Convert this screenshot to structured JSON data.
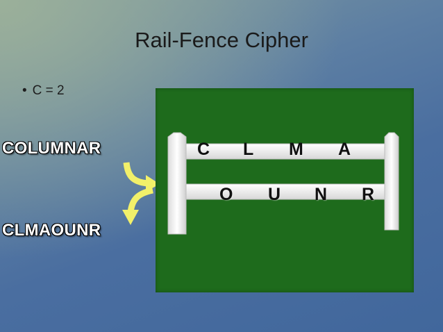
{
  "slide": {
    "title": "Rail-Fence Cipher",
    "bullet": {
      "symbol": "•",
      "text": "C = 2"
    },
    "plaintext": "COLUMNAR",
    "ciphertext": "CLMAOUNR",
    "rails": {
      "top": [
        "C",
        "L",
        "M",
        "A"
      ],
      "bottom": [
        "O",
        "U",
        "N",
        "R"
      ]
    },
    "colors": {
      "panel_green": "#1e6b1c",
      "arrow_yellow": "#f2f06a",
      "fence_white": "#f4f4f4"
    },
    "icons": [
      "curved-arrow-icon",
      "curved-arrow-icon",
      "fence-icon"
    ]
  }
}
